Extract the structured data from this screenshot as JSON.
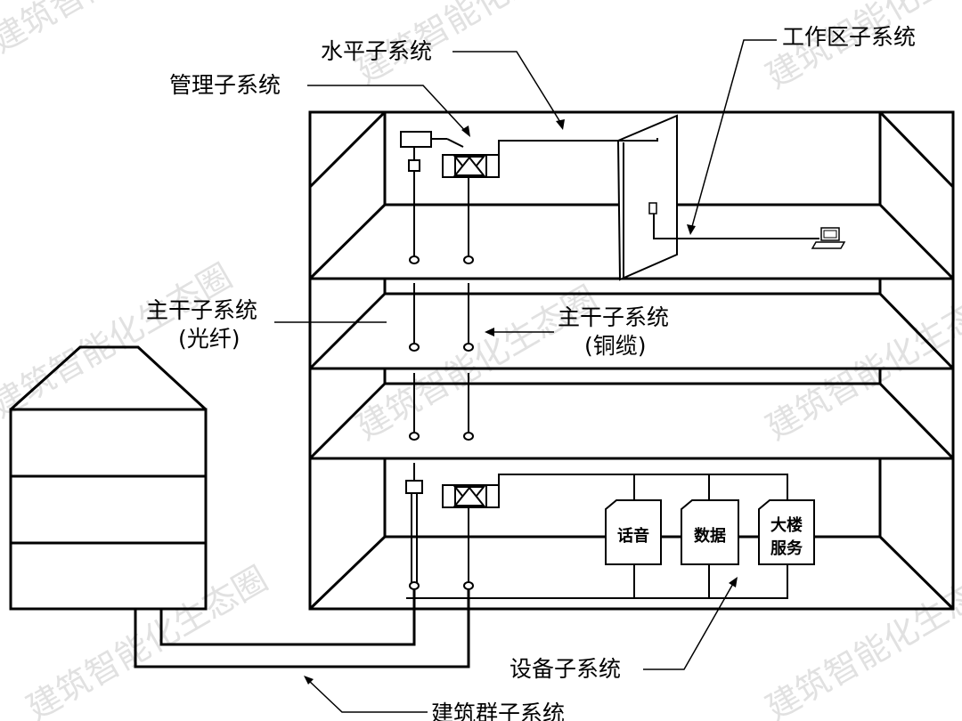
{
  "labels": {
    "horizontal": "水平子系统",
    "work_area": "工作区子系统",
    "admin": "管理子系统",
    "backbone_fiber_line1": "主干子系统",
    "backbone_fiber_line2": "(光纤)",
    "backbone_copper_line1": "主干子系统",
    "backbone_copper_line2": "(铜缆)",
    "equipment": "设备子系统",
    "campus": "建筑群子系统"
  },
  "equipment_boxes": [
    {
      "line1": "话音",
      "line2": ""
    },
    {
      "line1": "数据",
      "line2": ""
    },
    {
      "line1": "大楼",
      "line2": "服务"
    }
  ],
  "watermark": "建筑智能化生态圈",
  "icons": {
    "terminal": "computer-terminal-icon"
  }
}
